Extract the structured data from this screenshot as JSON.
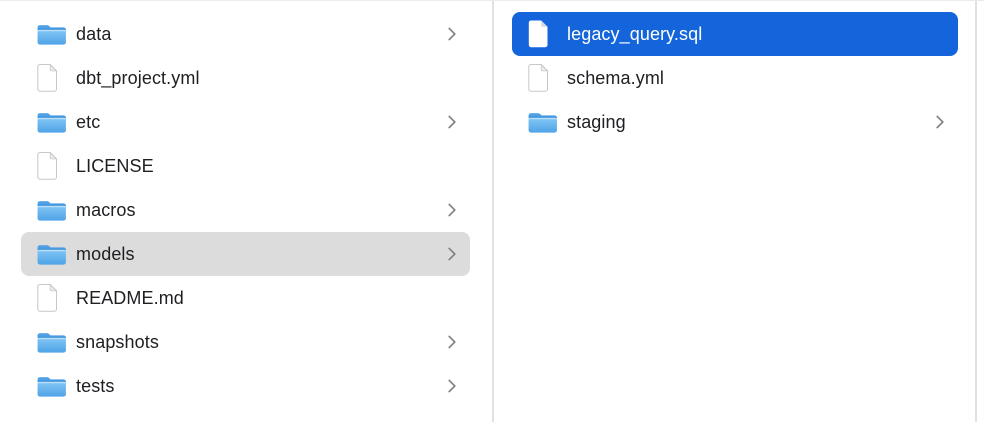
{
  "window": {
    "kind": "finder-column-view",
    "background": "#ffffff"
  },
  "colors": {
    "selection_blue": "#1465db",
    "selection_gray": "#dcdcdc",
    "divider": "#e1e1e1",
    "text": "#202024",
    "selected_text": "#ffffff",
    "chevron": "#7e7e83",
    "folder_blue_top": "#3e93dc",
    "folder_blue_body": "#6fbbf0"
  },
  "columns": [
    {
      "name": "left",
      "items": [
        {
          "label": "data",
          "type": "folder",
          "chevron": true,
          "selected": "none"
        },
        {
          "label": "dbt_project.yml",
          "type": "file",
          "chevron": false,
          "selected": "none"
        },
        {
          "label": "etc",
          "type": "folder",
          "chevron": true,
          "selected": "none"
        },
        {
          "label": "LICENSE",
          "type": "file",
          "chevron": false,
          "selected": "none"
        },
        {
          "label": "macros",
          "type": "folder",
          "chevron": true,
          "selected": "none"
        },
        {
          "label": "models",
          "type": "folder",
          "chevron": true,
          "selected": "inactive"
        },
        {
          "label": "README.md",
          "type": "file",
          "chevron": false,
          "selected": "none"
        },
        {
          "label": "snapshots",
          "type": "folder",
          "chevron": true,
          "selected": "none"
        },
        {
          "label": "tests",
          "type": "folder",
          "chevron": true,
          "selected": "none"
        }
      ]
    },
    {
      "name": "right",
      "items": [
        {
          "label": "legacy_query.sql",
          "type": "file",
          "chevron": false,
          "selected": "active"
        },
        {
          "label": "schema.yml",
          "type": "file",
          "chevron": false,
          "selected": "none"
        },
        {
          "label": "staging",
          "type": "folder",
          "chevron": true,
          "selected": "none"
        }
      ]
    }
  ]
}
